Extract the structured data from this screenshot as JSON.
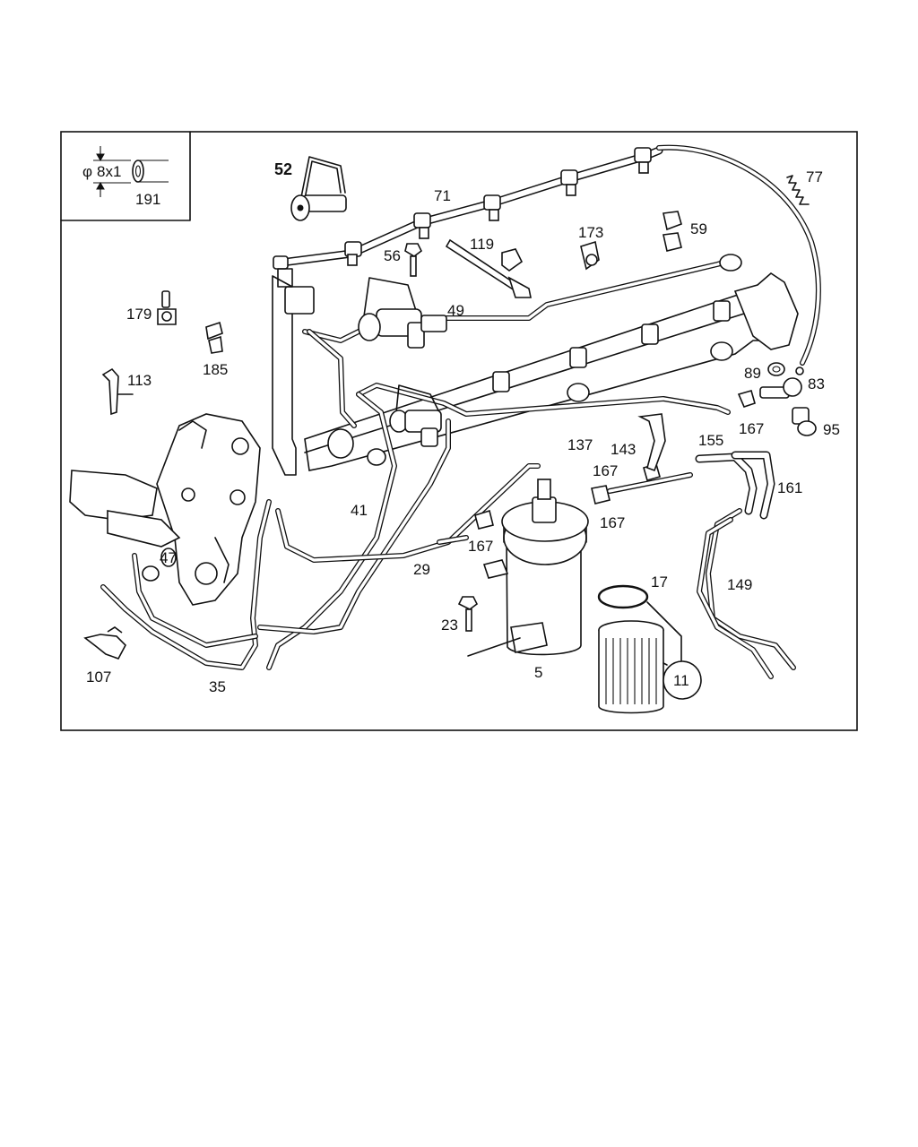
{
  "legend": {
    "dimension": "8x1",
    "diameter_symbol": "φ",
    "part_number": "191"
  },
  "labels": {
    "l52": "52",
    "l71": "71",
    "l77": "77",
    "l59": "59",
    "l173": "173",
    "l119": "119",
    "l56": "56",
    "l49": "49",
    "l179": "179",
    "l185": "185",
    "l113": "113",
    "l89": "89",
    "l83": "83",
    "l167a": "167",
    "l95": "95",
    "l137": "137",
    "l143": "143",
    "l155": "155",
    "l167b": "167",
    "l161": "161",
    "l41": "41",
    "l167c": "167",
    "l167d": "167",
    "l47": "47",
    "l29": "29",
    "l17": "17",
    "l149": "149",
    "l23": "23",
    "l11": "11",
    "l5": "5",
    "l107": "107",
    "l35": "35"
  }
}
